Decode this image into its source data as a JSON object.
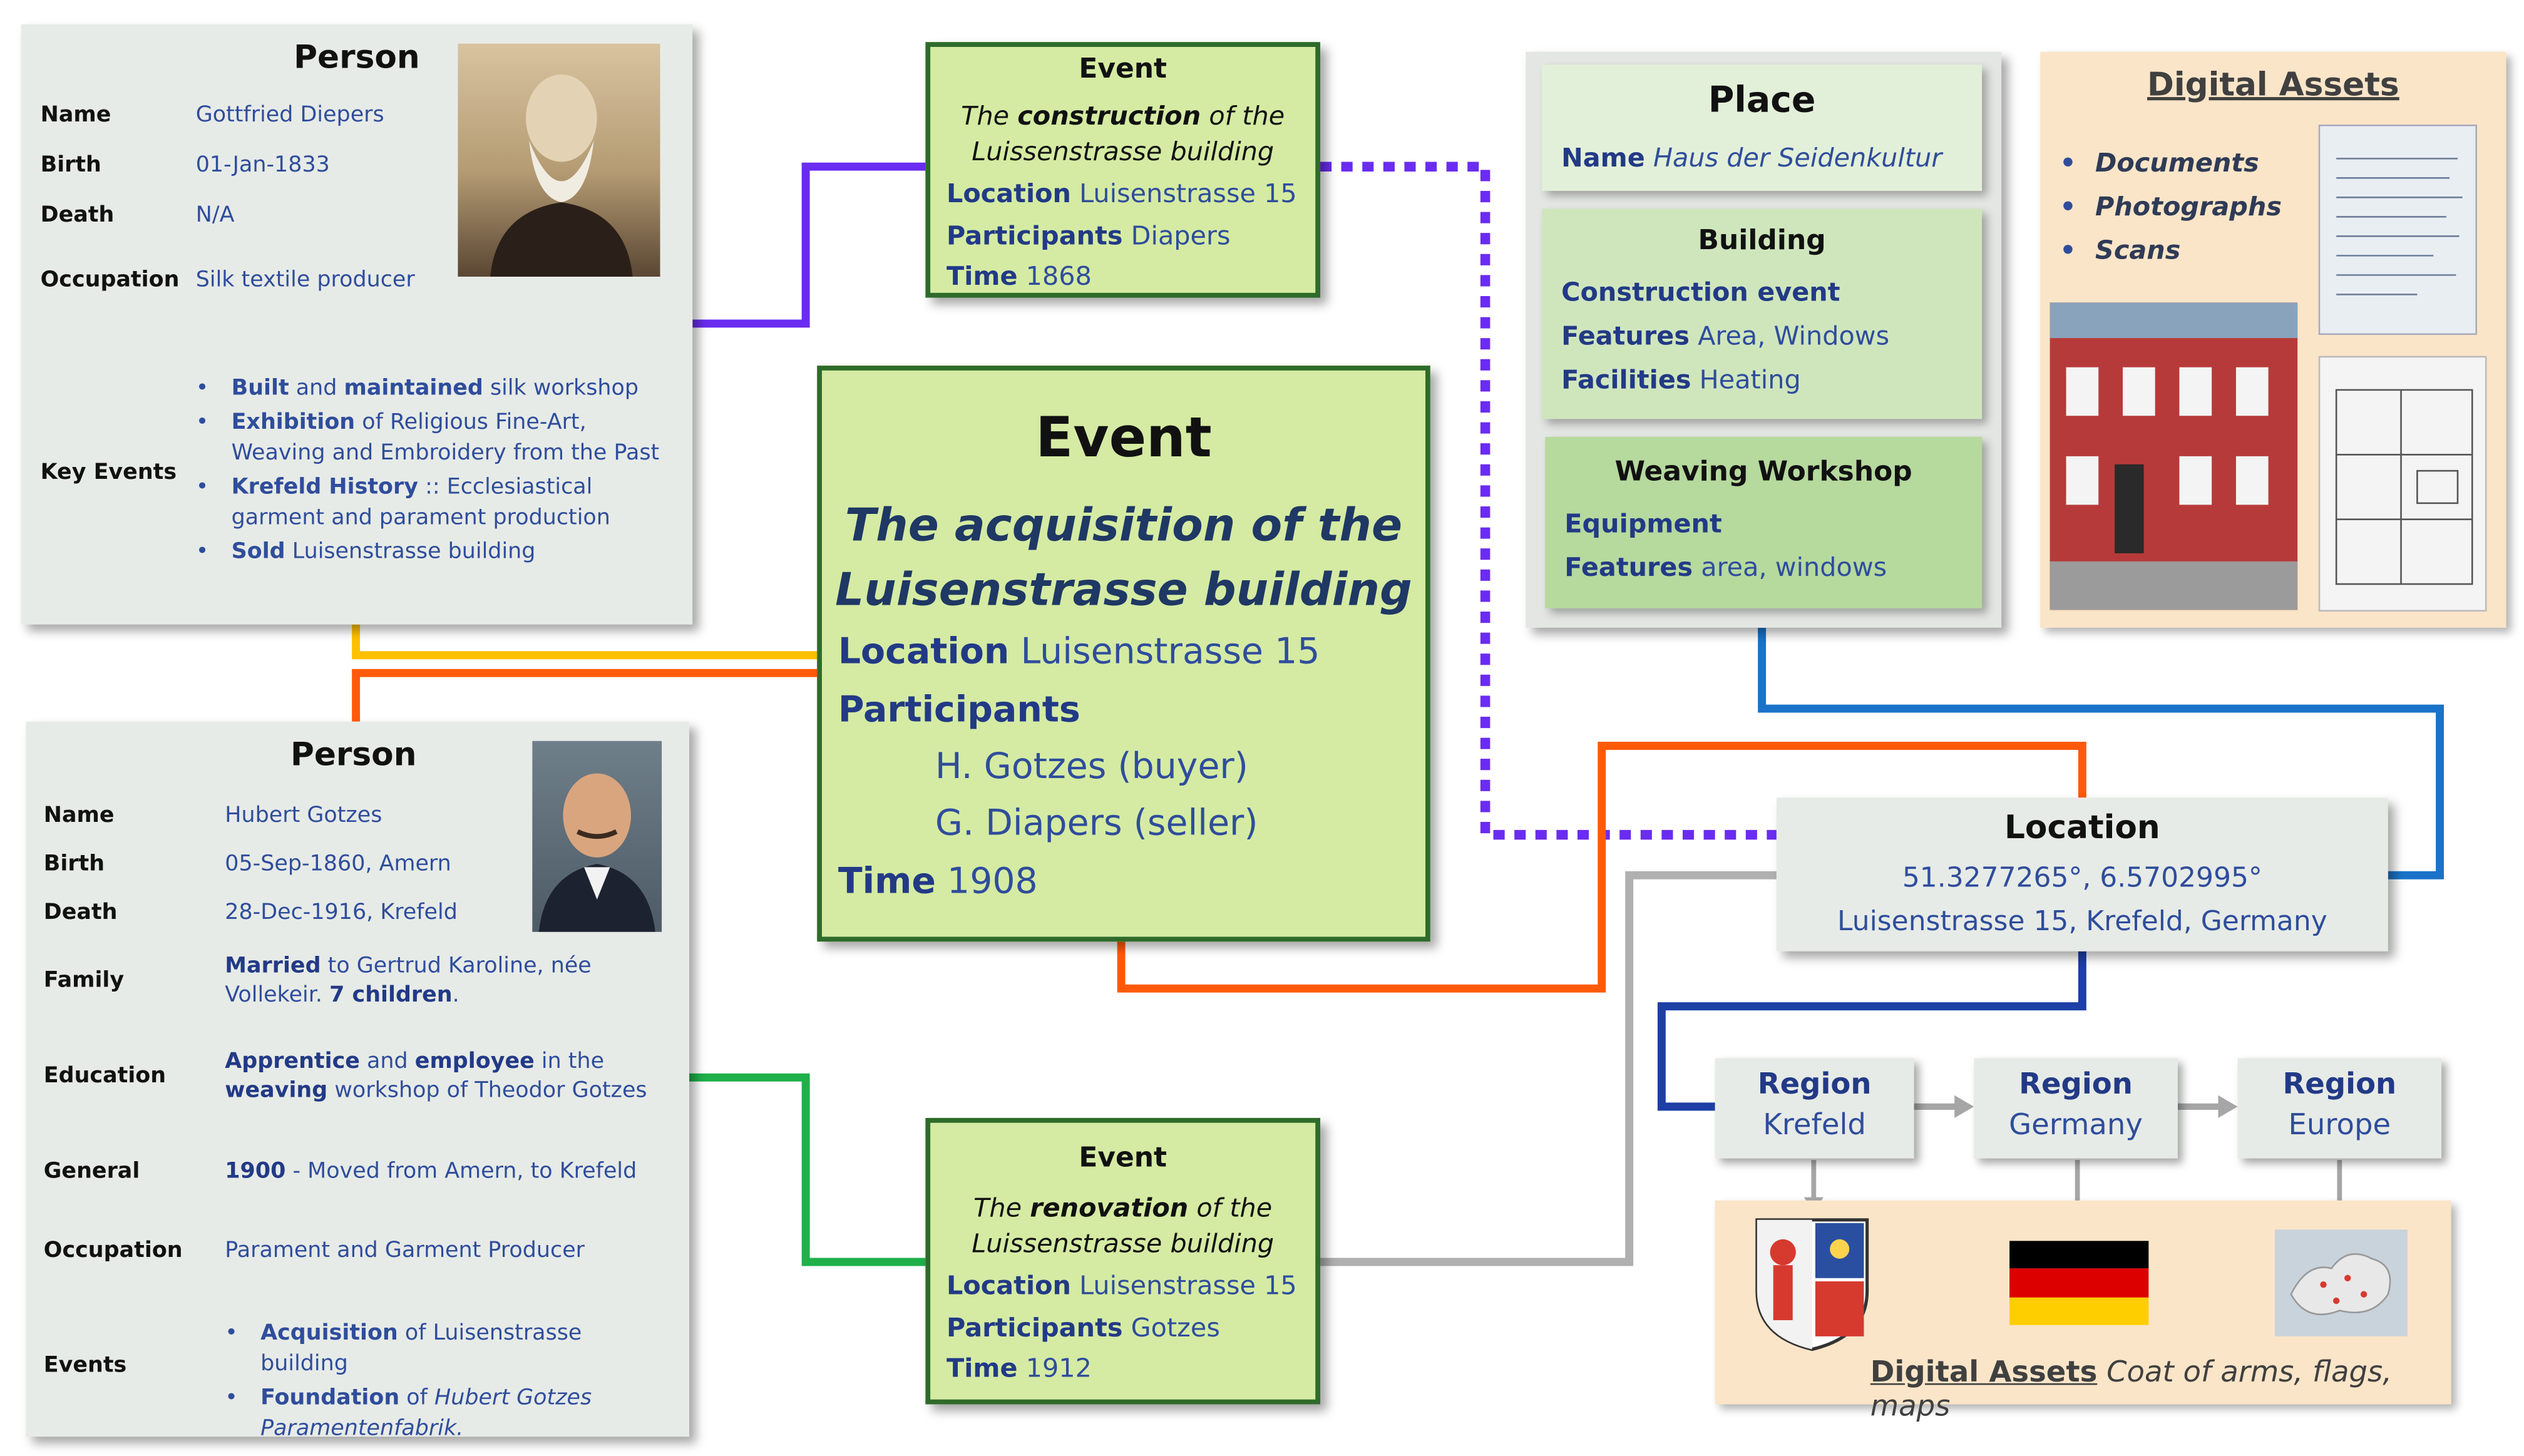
{
  "person1": {
    "title": "Person",
    "name_label": "Name",
    "name": "Gottfried Diepers",
    "birth_label": "Birth",
    "birth": "01-Jan-1833",
    "death_label": "Death",
    "death": "N/A",
    "occupation_label": "Occupation",
    "occupation": "Silk textile producer",
    "key_events_label": "Key Events",
    "key_events": [
      {
        "b1": "Built",
        "t1": " and ",
        "b2": "maintained",
        "t2": " silk workshop"
      },
      {
        "b1": "Exhibition",
        "t1": " of Religious Fine-Art, Weaving and Embroidery from the Past",
        "b2": "",
        "t2": ""
      },
      {
        "b1": "Krefeld History",
        "t1": " :: Ecclesiastical garment and parament production",
        "b2": "",
        "t2": ""
      },
      {
        "b1": "Sold",
        "t1": " Luisenstrasse building",
        "b2": "",
        "t2": ""
      }
    ]
  },
  "person2": {
    "title": "Person",
    "name_label": "Name",
    "name": "Hubert Gotzes",
    "birth_label": "Birth",
    "birth": "05-Sep-1860, Amern",
    "death_label": "Death",
    "death": "28-Dec-1916, Krefeld",
    "family_label": "Family",
    "family_b1": "Married",
    "family_t1": " to Gertrud Karoline, née Vollekeir.",
    "family_b2": "7 children",
    "family_t2": ".",
    "education_label": "Education",
    "education_b1": "Apprentice",
    "education_t1": " and ",
    "education_b2": "employee",
    "education_t2": " in the ",
    "education_b3": "weaving",
    "education_t3": " workshop of Theodor Gotzes",
    "general_label": "General",
    "general_b1": "1900",
    "general_t1": " - Moved from Amern, to Krefeld",
    "occupation_label": "Occupation",
    "occupation": "Parament and Garment Producer",
    "events_label": "Events",
    "events": [
      {
        "b": "Acquisition",
        "t": " of Luisenstrasse building",
        "i": ""
      },
      {
        "b": "Foundation",
        "t": " of ",
        "i": "Hubert Gotzes Paramentenfabrik."
      }
    ]
  },
  "event_construction": {
    "title": "Event",
    "sub_pre": "The ",
    "sub_bold": "construction",
    "sub_post": " of the",
    "sub_line2": "Luissenstrasse building",
    "location_label": "Location",
    "location": " Luisenstrasse 15",
    "participants_label": "Participants",
    "participants": " Diapers",
    "time_label": "Time",
    "time": " 1868"
  },
  "event_acquisition": {
    "title": "Event",
    "sub_line1": "The acquisition of the",
    "sub_line2": "Luisenstrasse building",
    "location_label": "Location",
    "location": " Luisenstrasse 15",
    "participants_label": "Participants",
    "participant1": "H. Gotzes (buyer)",
    "participant2": "G. Diapers (seller)",
    "time_label": "Time",
    "time": " 1908"
  },
  "event_renovation": {
    "title": "Event",
    "sub_pre": "The ",
    "sub_bold": "renovation",
    "sub_post": " of the",
    "sub_line2": "Luissenstrasse building",
    "location_label": "Location",
    "location": " Luisenstrasse 15",
    "participants_label": "Participants",
    "participants": " Gotzes",
    "time_label": "Time",
    "time": " 1912"
  },
  "place": {
    "title": "Place",
    "name_label": "Name",
    "name": " Haus der Seidenkultur",
    "building_title": "Building",
    "construction_event": "Construction event",
    "features_label": "Features",
    "features": " Area, Windows",
    "facilities_label": "Facilities",
    "facilities": " Heating",
    "workshop_title": "Weaving Workshop",
    "equipment": "Equipment",
    "ws_features_label": "Features",
    "ws_features": " area, windows"
  },
  "digital_assets_top": {
    "title": "Digital Assets",
    "items": [
      "Documents",
      "Photographs",
      "Scans"
    ]
  },
  "location": {
    "title": "Location",
    "coords": "51.3277265°, 6.5702995°",
    "address": "Luisenstrasse 15, Krefeld, Germany"
  },
  "regions": [
    {
      "title": "Region",
      "value": "Krefeld"
    },
    {
      "title": "Region",
      "value": "Germany"
    },
    {
      "title": "Region",
      "value": "Europe"
    }
  ],
  "digital_assets_bottom": {
    "title": "Digital Assets",
    "caption": " Coat of arms, flags, maps"
  },
  "colors": {
    "purple": "#6a2cf0",
    "yellow": "#ffc000",
    "orange": "#ff5a0a",
    "green": "#1fb04a",
    "gray": "#b0b0b0",
    "blue_light": "#1a73c8",
    "blue_dark": "#1d3fa6",
    "event_fill": "#d5eba3",
    "event_border": "#2e6b2a"
  }
}
